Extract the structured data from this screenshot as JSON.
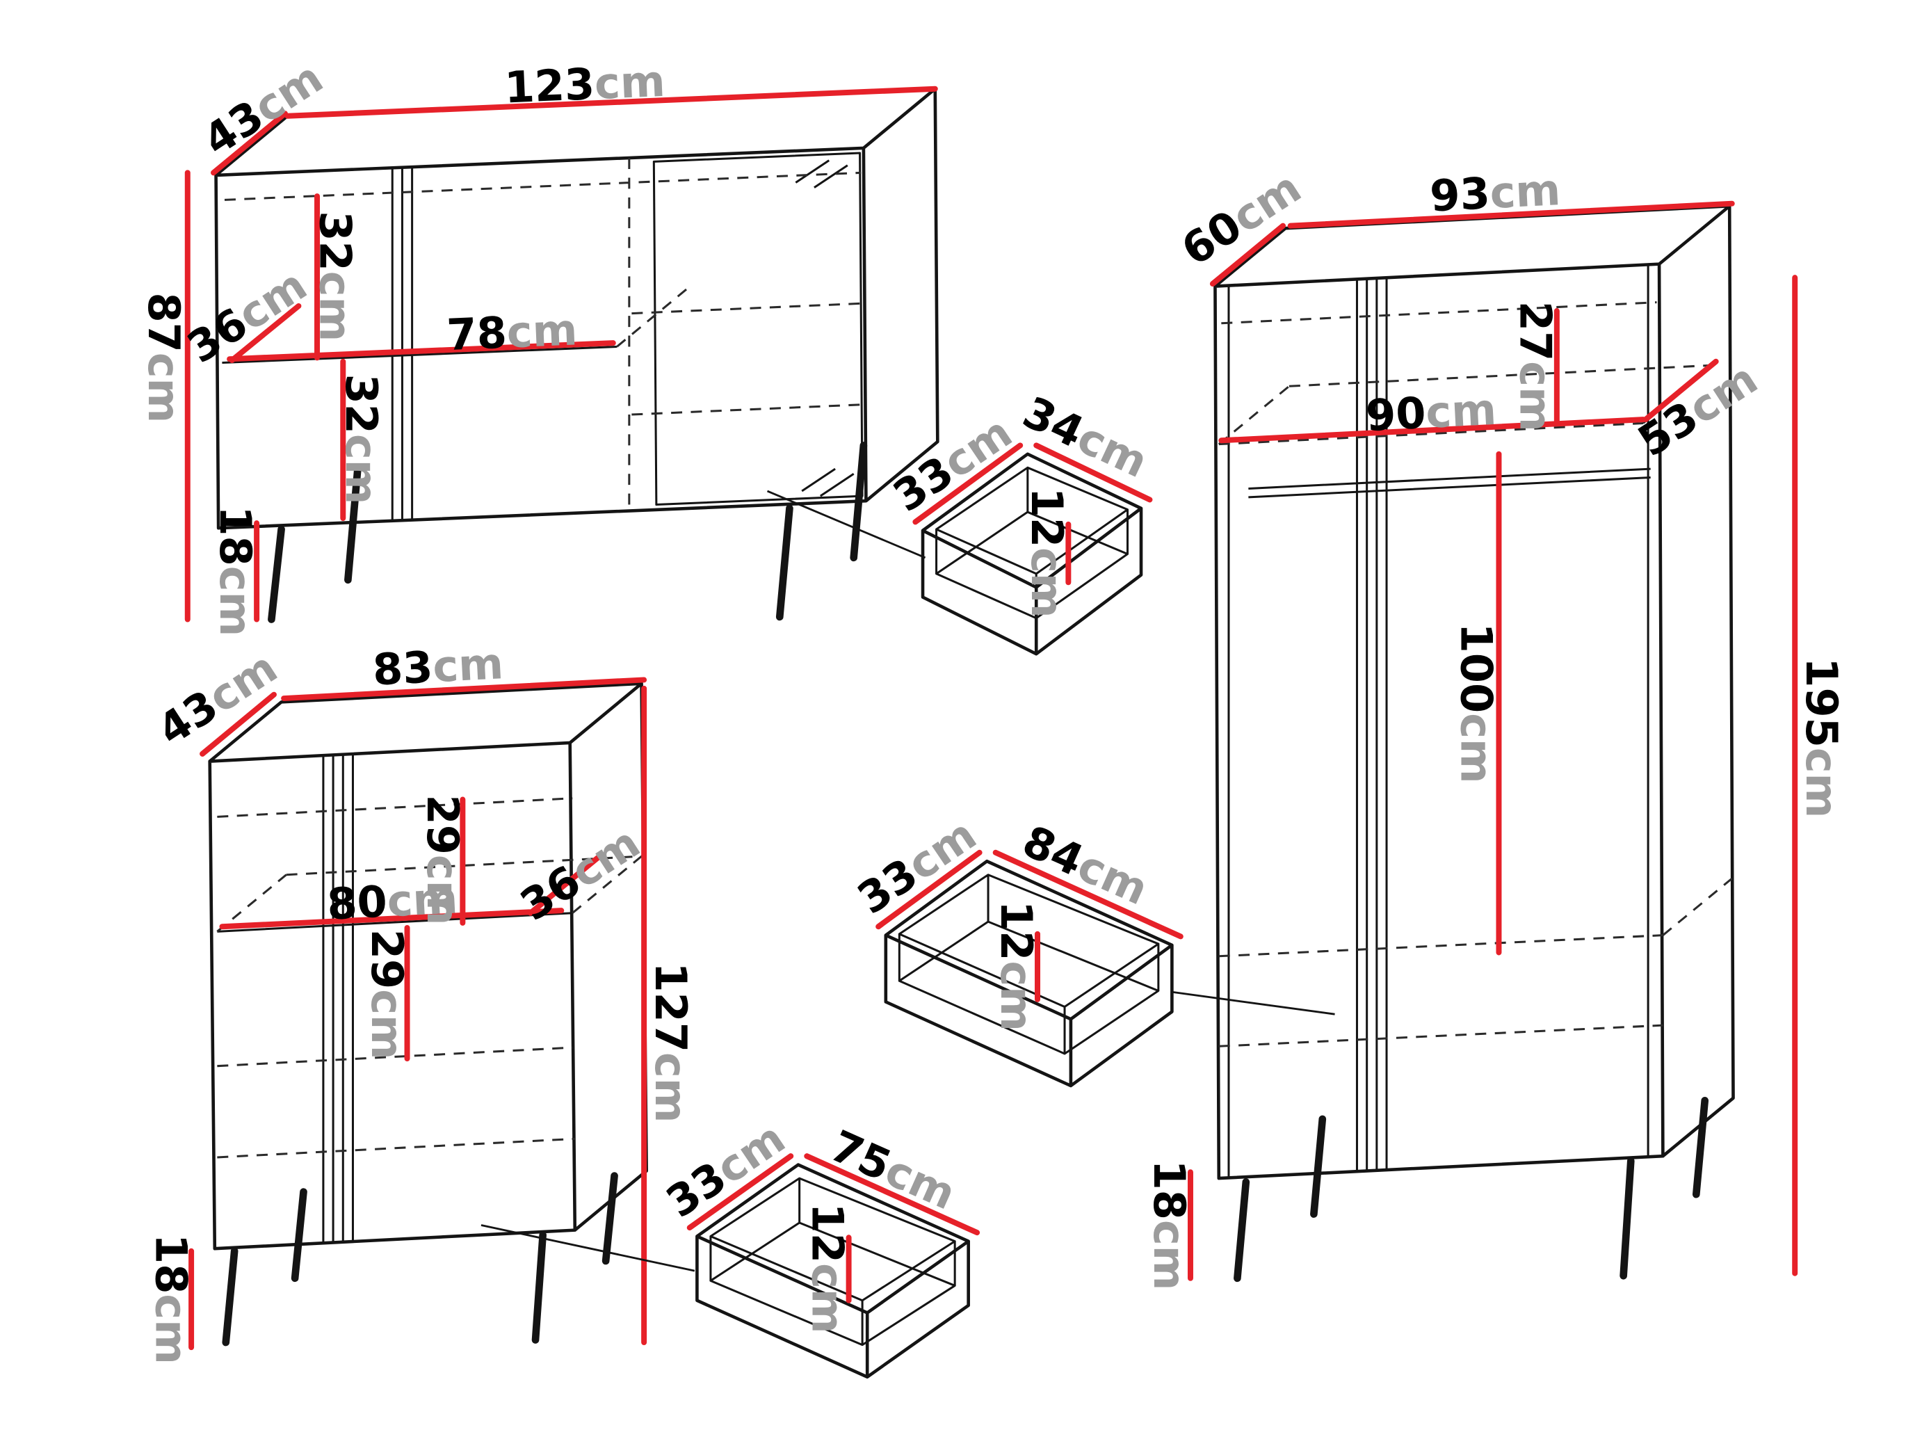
{
  "unit": "cm",
  "colors": {
    "dimension_red": "#e62129",
    "outline_black": "#141414",
    "unit_gray": "#9c9c9c",
    "background": "#ffffff"
  },
  "sideboard": {
    "width": "123",
    "depth": "43",
    "height": "87",
    "leg_height": "18",
    "top_section_height": "32",
    "shelf_depth": "36",
    "shelf_width": "78",
    "bottom_section_height": "32"
  },
  "cabinet": {
    "width": "83",
    "depth": "43",
    "height": "127",
    "leg_height": "18",
    "top_section_height": "29",
    "shelf_width": "80",
    "shelf_depth": "36",
    "middle_section_height": "29"
  },
  "wardrobe": {
    "width": "93",
    "depth": "60",
    "height": "195",
    "leg_height": "18",
    "top_section_height": "27",
    "interior_width": "90",
    "shelf_depth": "53",
    "hanging_height": "100"
  },
  "drawer_small": {
    "depth": "33",
    "width": "34",
    "height": "12"
  },
  "drawer_wide": {
    "depth": "33",
    "width": "84",
    "height": "12"
  },
  "drawer_medium": {
    "depth": "33",
    "width": "75",
    "height": "12"
  }
}
